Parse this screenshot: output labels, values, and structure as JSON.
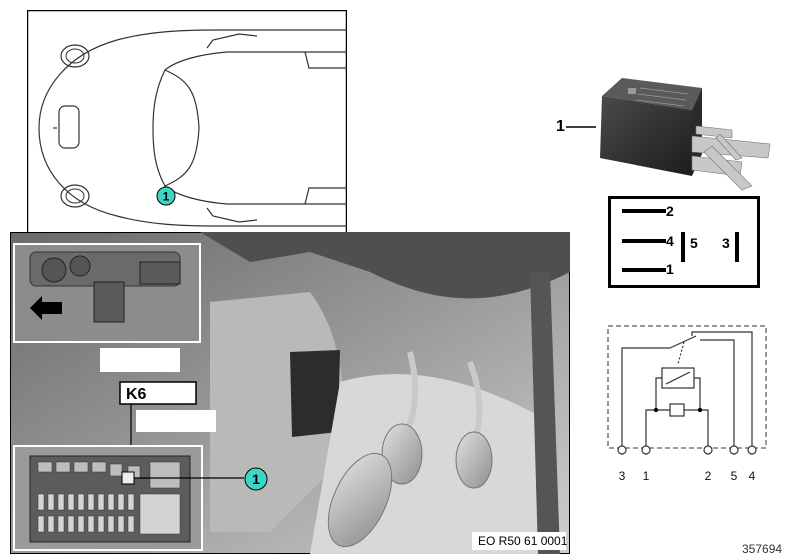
{
  "car_view": {
    "callout": "1"
  },
  "location_view": {
    "relay_label": "K6",
    "callout": "1",
    "caption": "EO R50 61 0001"
  },
  "relay_part": {
    "part_number_label": "1"
  },
  "pinout_box": {
    "pins": {
      "p2": "2",
      "p4": "4",
      "p5": "5",
      "p3": "3",
      "p1": "1"
    }
  },
  "schematic": {
    "pin_labels": [
      "3",
      "1",
      "2",
      "5",
      "4"
    ]
  },
  "diagram_id": "357694"
}
